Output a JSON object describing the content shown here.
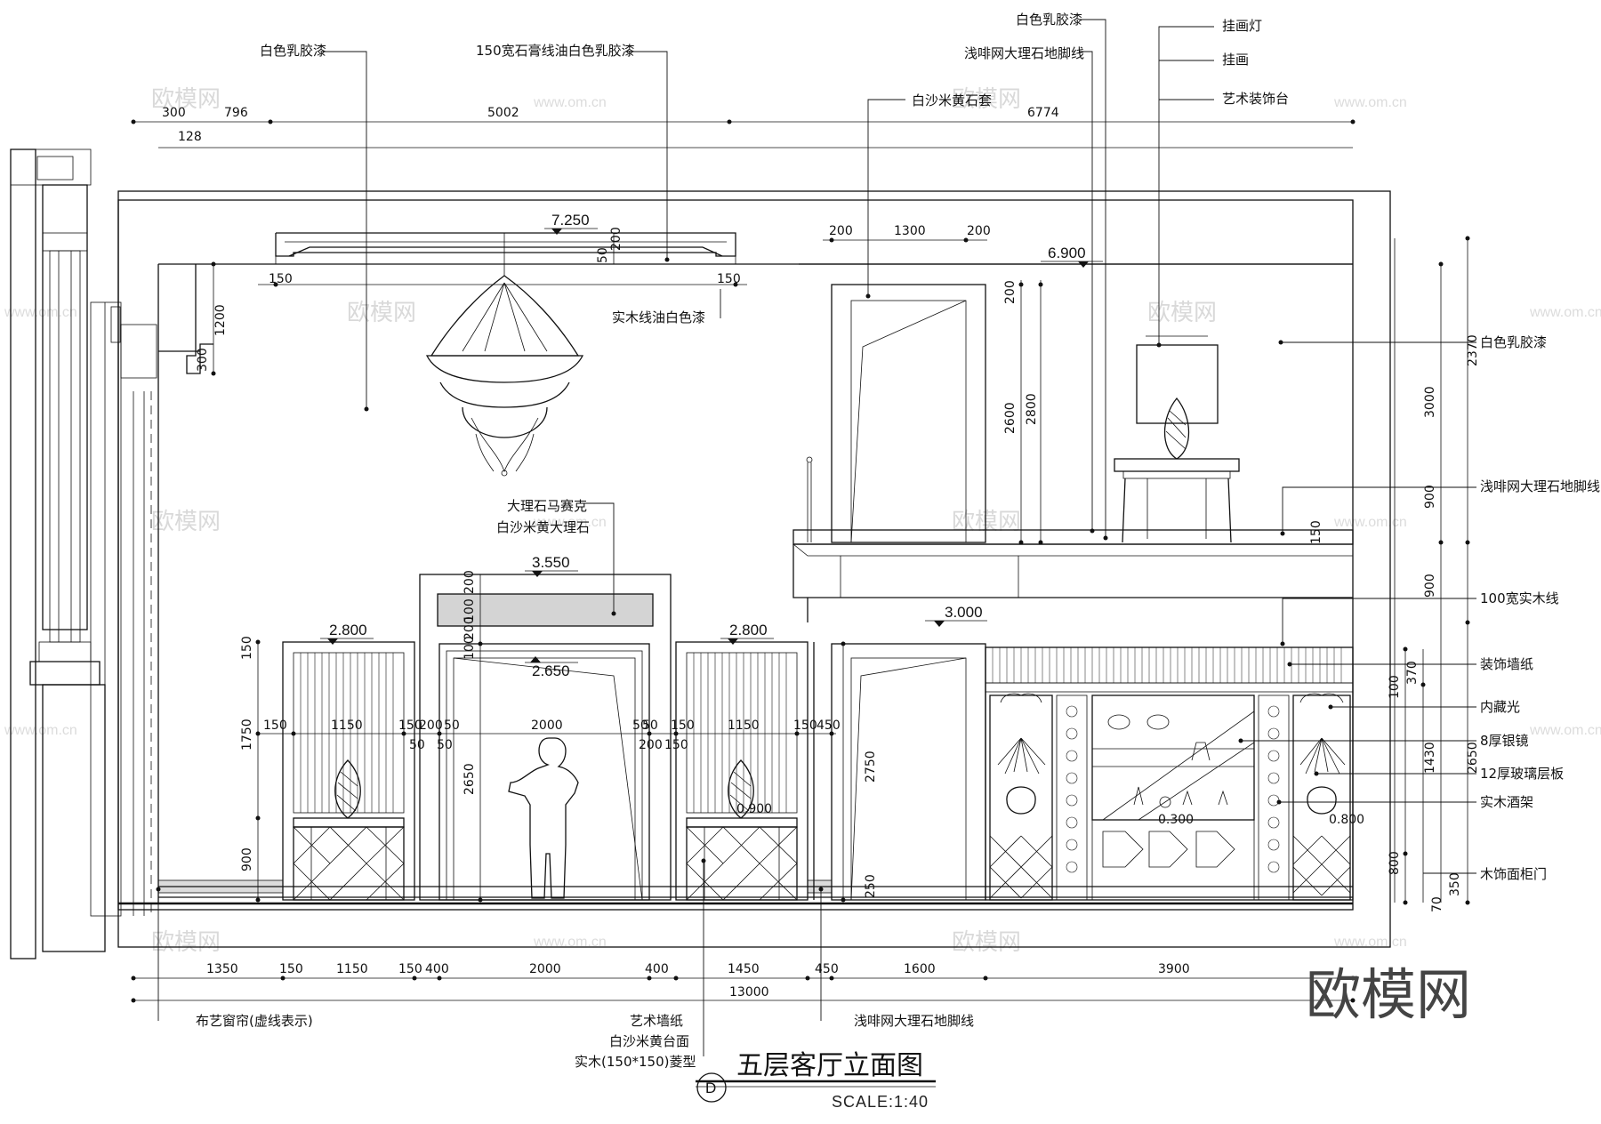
{
  "drawing": {
    "title": "五层客厅立面图",
    "scale": "SCALE:1:40",
    "section_mark": "D",
    "watermark_brand": "欧模网",
    "watermark_text": "欧模网",
    "watermark_url": "www.om.cn"
  },
  "levels": {
    "ceiling": "7.250",
    "upper_ceiling": "6.900",
    "arch": "3.550",
    "floor2": "3.000",
    "niche_left": "2.800",
    "niche_right": "2.800",
    "door": "2.650"
  },
  "labels": {
    "top_left_paint": "白色乳胶漆",
    "gypsum_line": "150宽石膏线油白色乳胶漆",
    "top_right_paint": "白色乳胶漆",
    "skirting_top": "浅啡网大理石地脚线",
    "marble_frame": "白沙米黄石套",
    "picture_light": "挂画灯",
    "painting": "挂画",
    "art_table": "艺术装饰台",
    "wood_line": "实木线油白色漆",
    "right_paint": "白色乳胶漆",
    "skirting_right": "浅啡网大理石地脚线",
    "mosaic": "大理石马赛克",
    "marble_beige": "白沙米黄大理石",
    "wood_line_100": "100宽实木线",
    "wallpaper": "装饰墙纸",
    "hidden_light": "内藏光",
    "mirror": "8厚银镜",
    "glass_shelf": "12厚玻璃层板",
    "wine_rack": "实木酒架",
    "cabinet_door": "木饰面柜门",
    "curtain": "布艺窗帘(虚线表示)",
    "art_wallpaper": "艺术墙纸",
    "marble_top": "白沙米黄台面",
    "wood_diamond": "实木(150*150)菱型",
    "skirting_bottom": "浅啡网大理石地脚线"
  },
  "dims": {
    "top": [
      "300",
      "796",
      "5002",
      "6774",
      "128"
    ],
    "bottom": [
      "1350",
      "150",
      "1150",
      "150",
      "400",
      "2000",
      "400",
      "1450",
      "450",
      "1600",
      "3900"
    ],
    "bottom_total": "13000",
    "mid": [
      "150",
      "1150",
      "150",
      "200",
      "50",
      "2000",
      "50",
      "150",
      "1150",
      "150",
      "450",
      "50",
      "50",
      "200",
      "150",
      "50"
    ],
    "door_frame": [
      "200",
      "1300",
      "200"
    ],
    "ceiling_detail": [
      "150",
      "150",
      "200",
      "50",
      "1200",
      "300"
    ],
    "vertical_left": [
      "150",
      "1750",
      "900",
      "2650",
      "200",
      "200",
      "100",
      "100"
    ],
    "vertical_door": [
      "2600",
      "2800",
      "200",
      "2750",
      "250"
    ],
    "vertical_right": [
      "2370",
      "3000",
      "900",
      "900",
      "2650",
      "1430",
      "800",
      "350",
      "370",
      "100",
      "70",
      "150"
    ],
    "inline_levels": [
      "0.900",
      "0.300",
      "0.800"
    ]
  }
}
